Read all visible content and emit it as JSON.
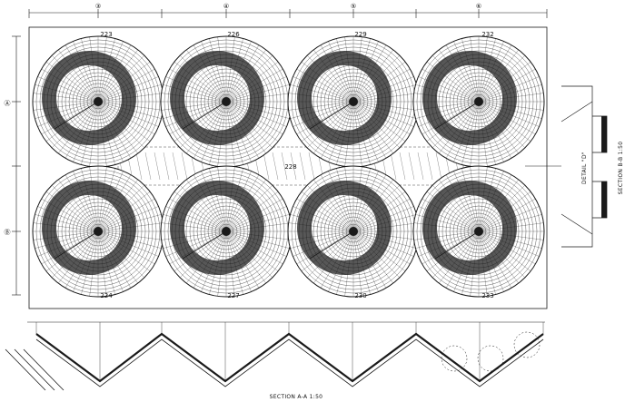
{
  "drawing": {
    "ink_color": "#1a1a1a",
    "background": "#ffffff",
    "silos_top": [
      "223",
      "226",
      "229",
      "232"
    ],
    "silos_bottom": [
      "224",
      "227",
      "230",
      "233"
    ],
    "center_label": "228",
    "grid_markers_top": [
      "③",
      "④",
      "⑤",
      "⑥"
    ],
    "grid_markers_left": [
      "Ⓐ",
      "Ⓑ"
    ],
    "detail_label": "DETAIL \"D\"",
    "section_side": "SECTION B-B 1:50",
    "section_bottom": "SECTION A-A 1:50"
  }
}
